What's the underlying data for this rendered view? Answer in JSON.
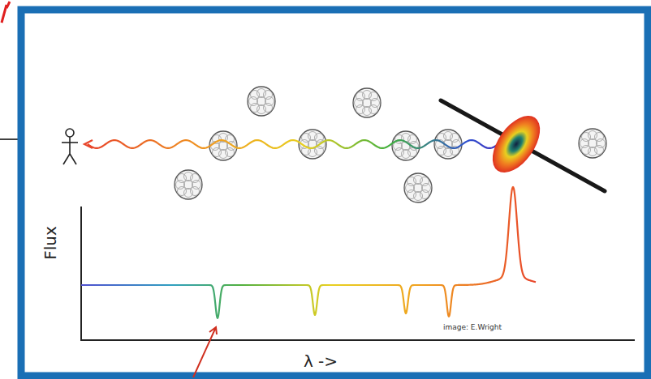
{
  "diagram": {
    "labels": [
      "Flux",
      "λ ->",
      "image: E.Wright"
    ]
  }
}
